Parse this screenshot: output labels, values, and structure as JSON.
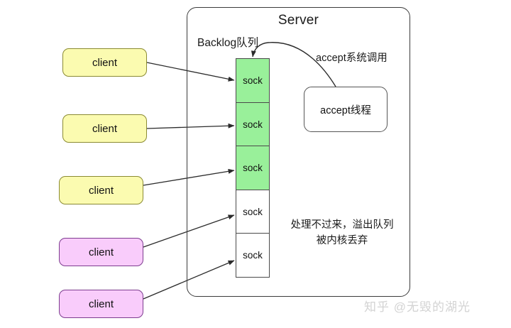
{
  "diagram": {
    "title": "Server",
    "server": {
      "label": "Server"
    },
    "backlog": {
      "label": "Backlog队列",
      "cells": [
        {
          "label": "sock",
          "state": "filled"
        },
        {
          "label": "sock",
          "state": "filled"
        },
        {
          "label": "sock",
          "state": "filled"
        },
        {
          "label": "sock",
          "state": "empty"
        },
        {
          "label": "sock",
          "state": "empty"
        }
      ]
    },
    "accept_thread": {
      "label": "accept线程"
    },
    "accept_syscall": {
      "label": "accept系统调用"
    },
    "overflow_note": {
      "line1": "处理不过来，溢出队列",
      "line2": "被内核丢弃"
    },
    "clients": [
      {
        "label": "client",
        "color": "yellow"
      },
      {
        "label": "client",
        "color": "yellow"
      },
      {
        "label": "client",
        "color": "yellow"
      },
      {
        "label": "client",
        "color": "pink"
      },
      {
        "label": "client",
        "color": "pink"
      }
    ],
    "watermark": "知乎 @无毁的湖光",
    "colors": {
      "filled_sock": "#99f09a",
      "empty_sock": "#ffffff",
      "client_yellow_fill": "#fbfbb0",
      "client_yellow_border": "#8b8b33",
      "client_pink_fill": "#f9ccfb",
      "client_pink_border": "#7d3c8f",
      "line": "#333333",
      "watermark": "#d3d3d3"
    }
  }
}
